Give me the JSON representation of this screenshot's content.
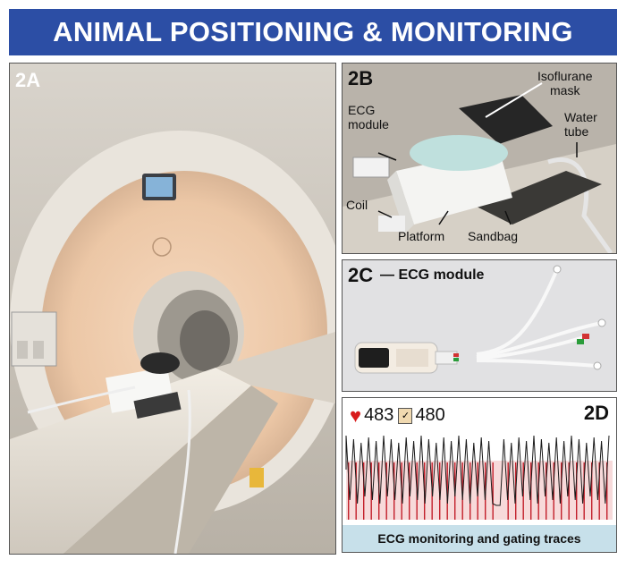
{
  "title": "ANIMAL POSITIONING & MONITORING",
  "panel_2a": {
    "label": "2A"
  },
  "panel_2b": {
    "label": "2B",
    "annotations": {
      "isoflurane_line1": "Isoflurane",
      "isoflurane_line2": "mask",
      "ecg_line1": "ECG",
      "ecg_line2": "module",
      "water_line1": "Water",
      "water_line2": "tube",
      "coil": "Coil",
      "platform": "Platform",
      "sandbag": "Sandbag"
    }
  },
  "panel_2c": {
    "label": "2C",
    "caption": "— ECG module"
  },
  "panel_2d": {
    "label": "2D",
    "heart_value": "483",
    "gating_value": "480",
    "caption": "ECG monitoring and gating traces"
  }
}
